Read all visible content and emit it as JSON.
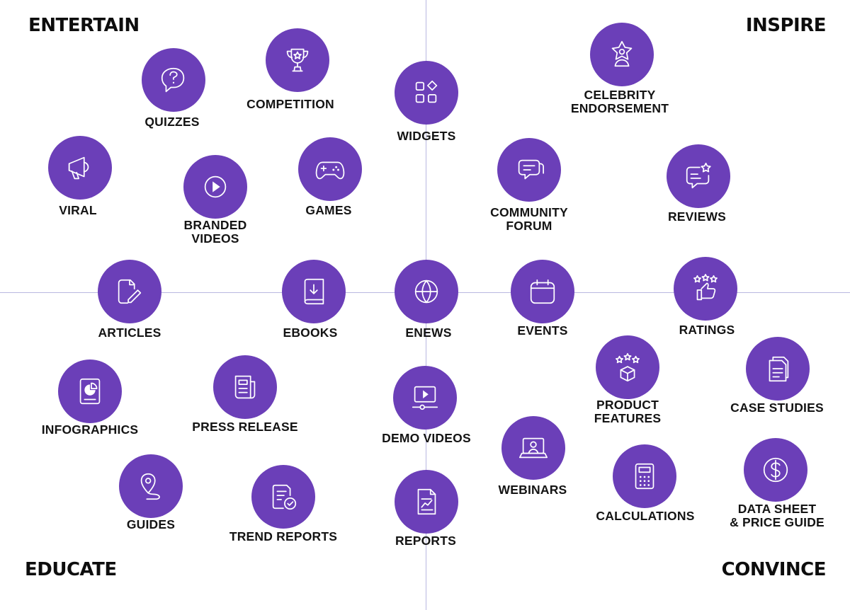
{
  "quadrants": {
    "top_left": "ENTERTAIN",
    "top_right": "INSPIRE",
    "bottom_left": "EDUCATE",
    "bottom_right": "CONVINCE"
  },
  "icon_color": "#6b3fb8",
  "items": [
    {
      "id": "quizzes",
      "lines": [
        "QUIZZES"
      ],
      "icon": "speech-bubble-question-icon"
    },
    {
      "id": "competition",
      "lines": [
        "COMPETITION"
      ],
      "icon": "trophy-icon"
    },
    {
      "id": "widgets",
      "lines": [
        "WIDGETS"
      ],
      "icon": "widgets-grid-icon"
    },
    {
      "id": "celebrity",
      "lines": [
        "CELEBRITY",
        "ENDORSEMENT"
      ],
      "icon": "star-person-icon"
    },
    {
      "id": "viral",
      "lines": [
        "VIRAL"
      ],
      "icon": "megaphone-icon"
    },
    {
      "id": "branded",
      "lines": [
        "BRANDED",
        "VIDEOS"
      ],
      "icon": "play-icon"
    },
    {
      "id": "games",
      "lines": [
        "GAMES"
      ],
      "icon": "gamepad-icon"
    },
    {
      "id": "forum",
      "lines": [
        "COMMUNITY",
        "FORUM"
      ],
      "icon": "chat-bubbles-icon"
    },
    {
      "id": "reviews",
      "lines": [
        "REVIEWS"
      ],
      "icon": "review-star-icon"
    },
    {
      "id": "articles",
      "lines": [
        "ARTICLES"
      ],
      "icon": "document-pen-icon"
    },
    {
      "id": "ebooks",
      "lines": [
        "EBOOKS"
      ],
      "icon": "book-download-icon"
    },
    {
      "id": "enews",
      "lines": [
        "ENEWS"
      ],
      "icon": "globe-icon"
    },
    {
      "id": "events",
      "lines": [
        "EVENTS"
      ],
      "icon": "calendar-icon"
    },
    {
      "id": "ratings",
      "lines": [
        "RATINGS"
      ],
      "icon": "thumbs-up-stars-icon"
    },
    {
      "id": "infographics",
      "lines": [
        "INFOGRAPHICS"
      ],
      "icon": "pie-chart-doc-icon"
    },
    {
      "id": "press",
      "lines": [
        "PRESS RELEASE"
      ],
      "icon": "newspaper-icon"
    },
    {
      "id": "demo",
      "lines": [
        "DEMO VIDEOS"
      ],
      "icon": "video-player-icon"
    },
    {
      "id": "product",
      "lines": [
        "PRODUCT",
        "FEATURES"
      ],
      "icon": "box-stars-icon"
    },
    {
      "id": "cases",
      "lines": [
        "CASE STUDIES"
      ],
      "icon": "documents-icon"
    },
    {
      "id": "guides",
      "lines": [
        "GUIDES"
      ],
      "icon": "map-pin-route-icon"
    },
    {
      "id": "trend",
      "lines": [
        "TREND REPORTS"
      ],
      "icon": "report-check-icon"
    },
    {
      "id": "reports",
      "lines": [
        "REPORTS"
      ],
      "icon": "report-chart-icon"
    },
    {
      "id": "webinars",
      "lines": [
        "WEBINARS"
      ],
      "icon": "laptop-user-icon"
    },
    {
      "id": "calculations",
      "lines": [
        "CALCULATIONS"
      ],
      "icon": "calculator-icon"
    },
    {
      "id": "datasheet",
      "lines": [
        "DATA SHEET",
        "& PRICE GUIDE"
      ],
      "icon": "dollar-coin-icon"
    }
  ]
}
